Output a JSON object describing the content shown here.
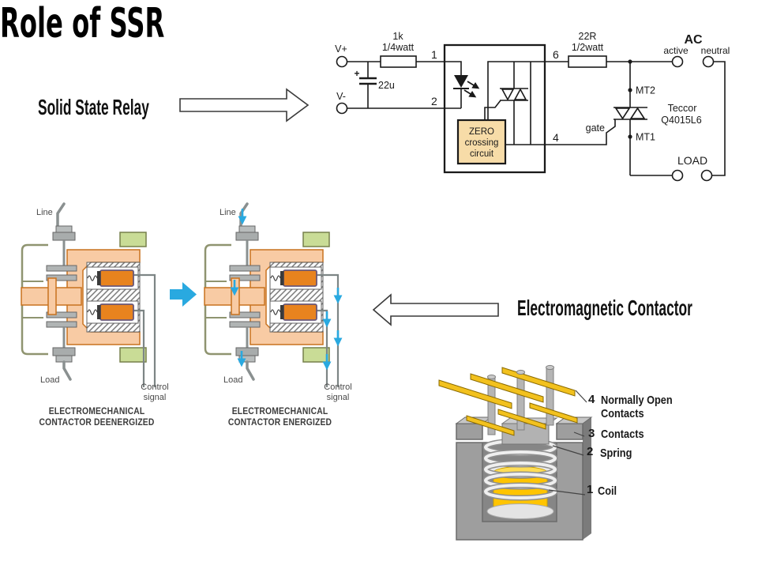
{
  "slide": {
    "title": "Role of SSR"
  },
  "ssr": {
    "label": "Solid State Relay"
  },
  "circuit": {
    "v_plus": "V+",
    "v_minus": "V-",
    "r1": "1k",
    "r1_watt": "1/4watt",
    "cap_plus": "+",
    "cap_value": "22u",
    "pin1": "1",
    "pin2": "2",
    "pin6": "6",
    "pin4": "4",
    "zero_l1": "ZERO",
    "zero_l2": "crossing",
    "zero_l3": "circuit",
    "r2": "22R",
    "r2_watt": "1/2watt",
    "ac": "AC",
    "active": "active",
    "neutral": "neutral",
    "mt2": "MT2",
    "mt1": "MT1",
    "gate": "gate",
    "mfr": "Teccor",
    "part": "Q4015L6",
    "load": "LOAD"
  },
  "contactor": {
    "label": "Electromagnetic Contactor",
    "deenergized": {
      "line_label": "Line",
      "load_label": "Load",
      "control_l1": "Control",
      "control_l2": "signal",
      "caption_l1": "ELECTROMECHANICAL",
      "caption_l2": "CONTACTOR DEENERGIZED"
    },
    "energized": {
      "line_label": "Line",
      "load_label": "Load",
      "control_l1": "Control",
      "control_l2": "signal",
      "caption_l1": "ELECTROMECHANICAL",
      "caption_l2": "CONTACTOR ENERGIZED"
    }
  },
  "assembly": {
    "items": [
      {
        "num": "4",
        "label1": "Normally Open",
        "label2": "Contacts"
      },
      {
        "num": "3",
        "label1": "Contacts"
      },
      {
        "num": "2",
        "label1": "Spring"
      },
      {
        "num": "1",
        "label1": "Coil"
      }
    ]
  },
  "colors": {
    "blue_arrow": "#29A9E0",
    "zero_box": "#F7DCA8",
    "coil_orange": "#E8831E",
    "peach": "#F8CBA4",
    "green_block": "#C9DC96",
    "gold_bar": "#F2C11E",
    "coil_yellow": "#FFC400"
  }
}
